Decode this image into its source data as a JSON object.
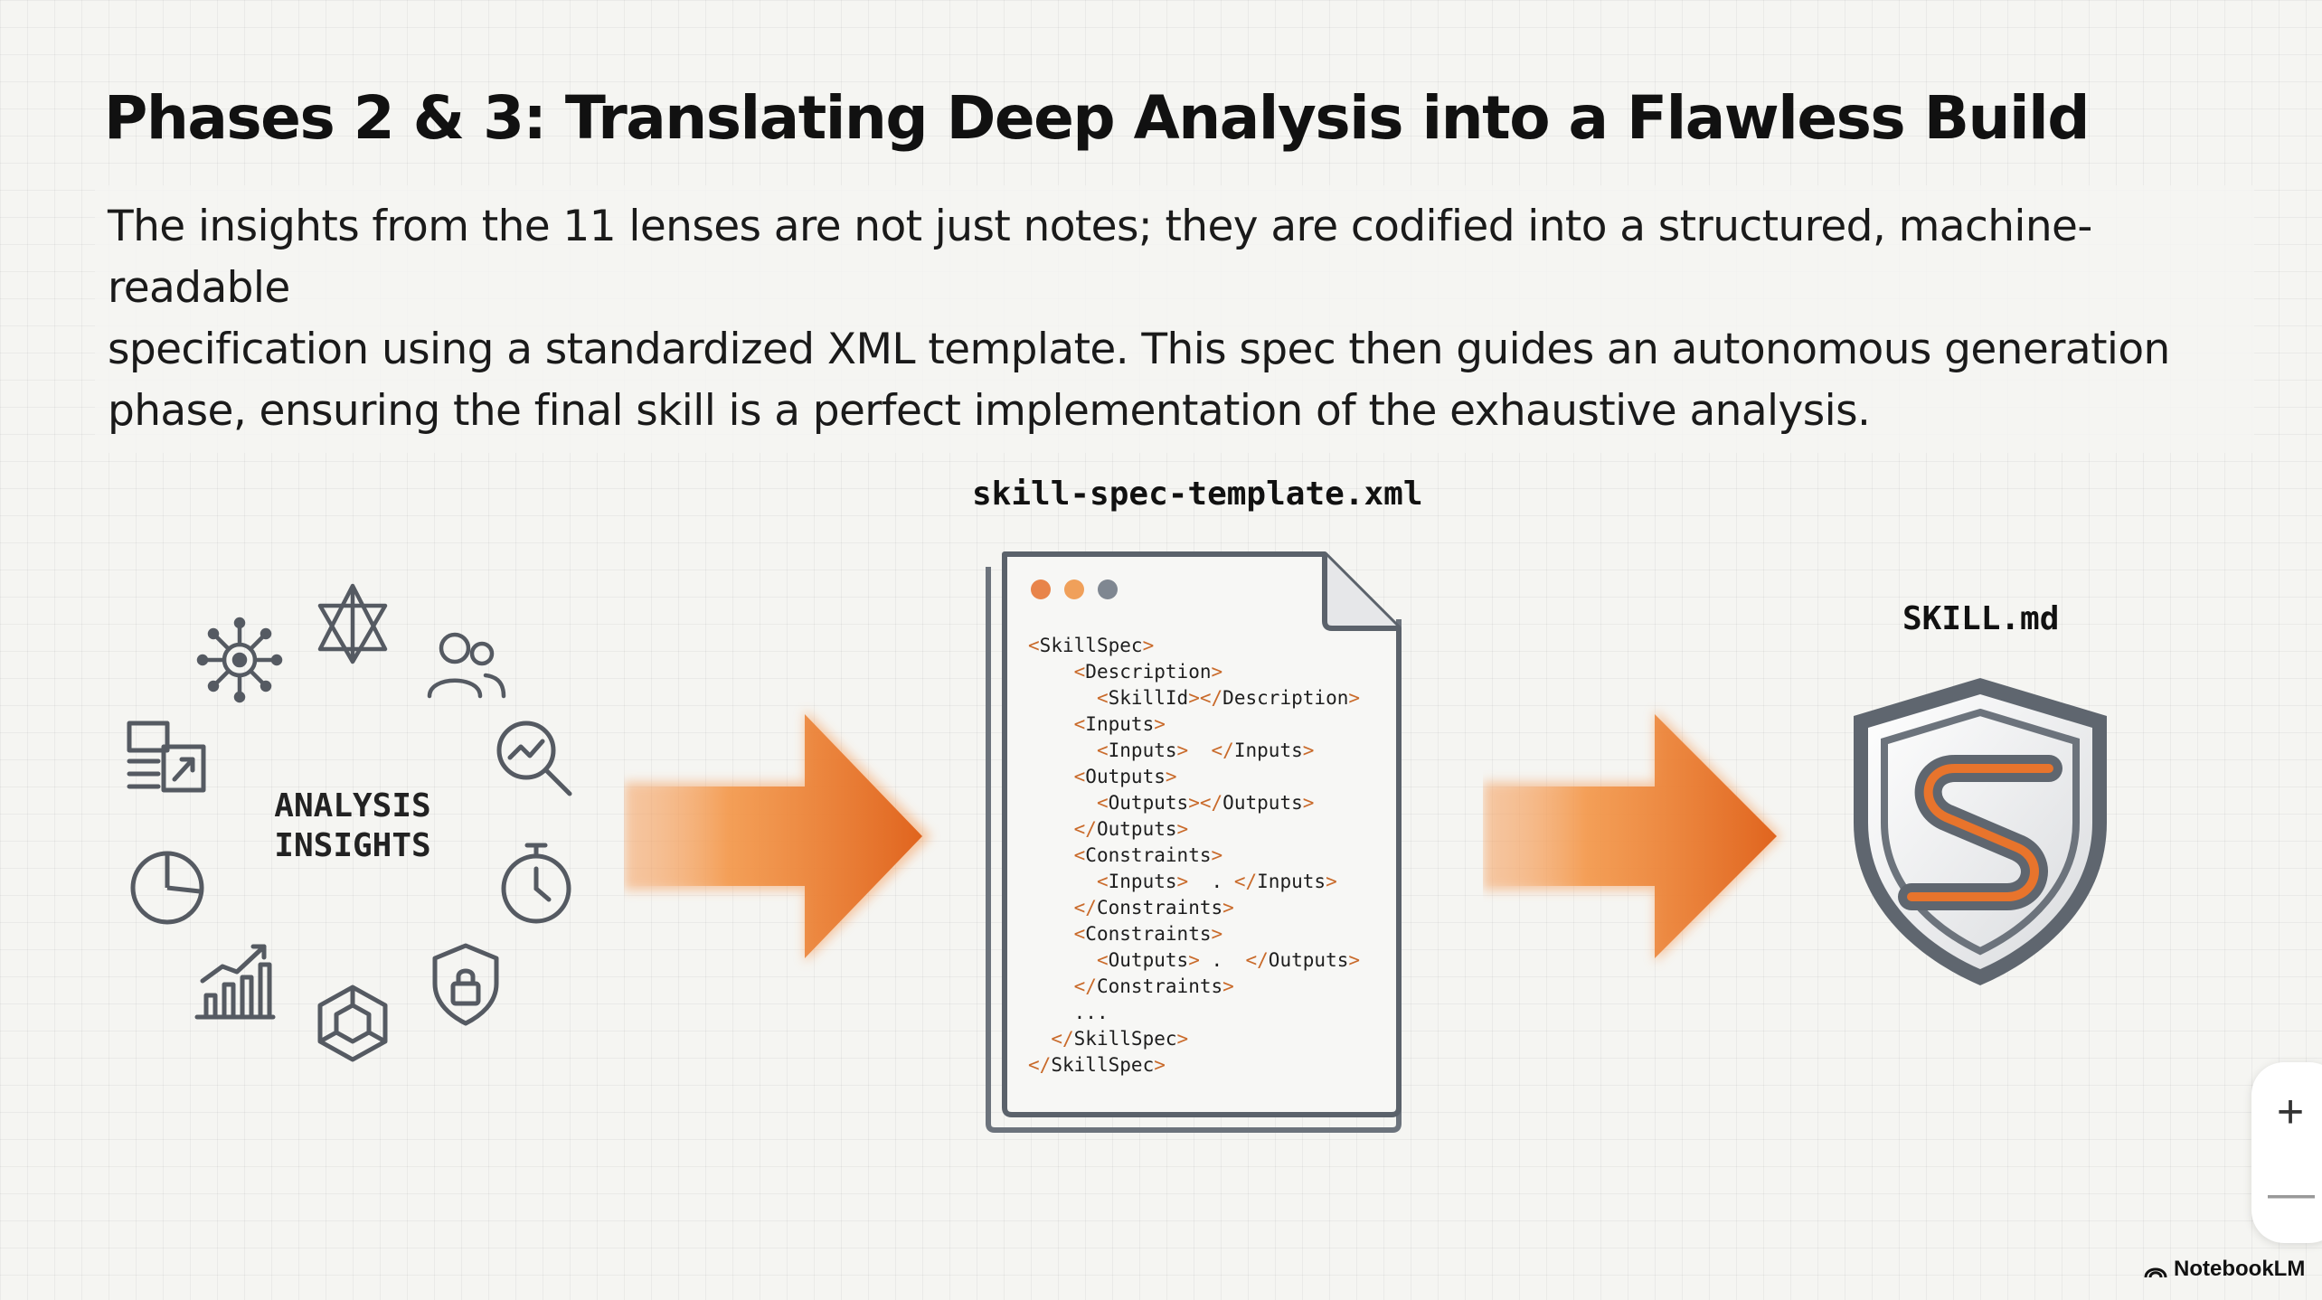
{
  "slide": {
    "title": "Phases 2 & 3: Translating Deep Analysis into a Flawless Build",
    "description_lines": [
      "The insights from the 11 lenses are not just notes; they are codified into a structured, machine-readable",
      "specification using a standardized XML template. This spec then guides an autonomous generation",
      "phase, ensuring the final skill is a perfect implementation of the exhaustive analysis."
    ]
  },
  "analysis": {
    "label_lines": [
      "ANALYSIS",
      "INSIGHTS"
    ],
    "icons": [
      "network-hub-icon",
      "star-triangle-icon",
      "users-icon",
      "trend-magnifier-icon",
      "stopwatch-icon",
      "shield-lock-icon",
      "cube-icon",
      "bar-chart-icon",
      "pie-chart-icon",
      "export-chart-icon"
    ]
  },
  "template": {
    "filename": "skill-spec-template.xml",
    "window_dot_colors": [
      "#e8844a",
      "#f0a05a",
      "#7f8791"
    ],
    "code_lines": [
      "<SkillSpec>",
      "    <Description>",
      "      <SkillId></Description>",
      "    <Inputs>",
      "      <Inputs>  </Inputs>",
      "    <Outputs>",
      "      <Outputs></Outputs>",
      "    </Outputs>",
      "    <Constraints>",
      "      <Inputs>  . </Inputs>",
      "    </Constraints>",
      "    <Constraints>",
      "      <Outputs> .  </Outputs>",
      "    </Constraints>",
      "    ...",
      "  </SkillSpec>",
      "</SkillSpec>"
    ]
  },
  "output": {
    "filename": "SKILL.md",
    "icon": "shield-s-logo-icon"
  },
  "ui": {
    "zoom_in": "+",
    "zoom_out": "—",
    "brand": "NotebookLM"
  },
  "colors": {
    "accent_orange": "#e8742c",
    "tag_orange": "#c96a2a",
    "icon_gray": "#555a62",
    "shield_gray": "#6c737c"
  }
}
